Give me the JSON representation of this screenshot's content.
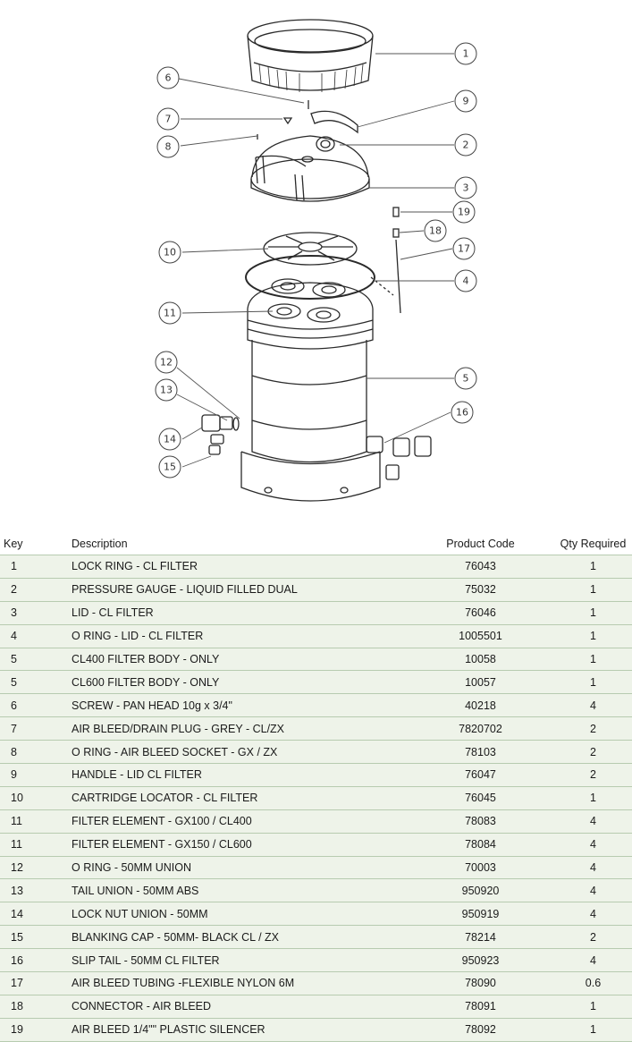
{
  "table": {
    "headers": {
      "key": "Key",
      "description": "Description",
      "product_code": "Product Code",
      "qty": "Qty Required"
    },
    "rows": [
      {
        "key": "1",
        "description": "LOCK RING  - CL FILTER",
        "code": "76043",
        "qty": "1"
      },
      {
        "key": "2",
        "description": "PRESSURE GAUGE - LIQUID FILLED DUAL",
        "code": "75032",
        "qty": "1"
      },
      {
        "key": "3",
        "description": "LID - CL FILTER",
        "code": "76046",
        "qty": "1"
      },
      {
        "key": "4",
        "description": "O RING - LID - CL FILTER",
        "code": "1005501",
        "qty": "1"
      },
      {
        "key": "5",
        "description": "CL400 FILTER BODY - ONLY",
        "code": "10058",
        "qty": "1"
      },
      {
        "key": "5",
        "description": "CL600 FILTER BODY - ONLY",
        "code": "10057",
        "qty": "1"
      },
      {
        "key": "6",
        "description": "SCREW - PAN HEAD 10g x 3/4\"",
        "code": "40218",
        "qty": "4"
      },
      {
        "key": "7",
        "description": "AIR BLEED/DRAIN PLUG - GREY - CL/ZX",
        "code": "7820702",
        "qty": "2"
      },
      {
        "key": "8",
        "description": "O RING - AIR BLEED SOCKET -  GX / ZX",
        "code": "78103",
        "qty": "2"
      },
      {
        "key": "9",
        "description": "HANDLE - LID  CL FILTER",
        "code": "76047",
        "qty": "2"
      },
      {
        "key": "10",
        "description": "CARTRIDGE LOCATOR   - CL FILTER",
        "code": "76045",
        "qty": "1"
      },
      {
        "key": "11",
        "description": "FILTER ELEMENT - GX100 / CL400",
        "code": "78083",
        "qty": "4"
      },
      {
        "key": "11",
        "description": "FILTER ELEMENT - GX150 / CL600",
        "code": "78084",
        "qty": "4"
      },
      {
        "key": "12",
        "description": "O RING - 50MM  UNION",
        "code": "70003",
        "qty": "4"
      },
      {
        "key": "13",
        "description": "TAIL UNION  - 50MM ABS",
        "code": "950920",
        "qty": "4"
      },
      {
        "key": "14",
        "description": "LOCK NUT UNION  - 50MM",
        "code": "950919",
        "qty": "4"
      },
      {
        "key": "15",
        "description": "BLANKING CAP - 50MM- BLACK  CL / ZX",
        "code": "78214",
        "qty": "2"
      },
      {
        "key": "16",
        "description": "SLIP TAIL - 50MM  CL FILTER",
        "code": "950923",
        "qty": "4"
      },
      {
        "key": "17",
        "description": "AIR BLEED TUBING -FLEXIBLE NYLON 6M",
        "code": "78090",
        "qty": "0.6"
      },
      {
        "key": "18",
        "description": "CONNECTOR - AIR BLEED",
        "code": "78091",
        "qty": "1"
      },
      {
        "key": "19",
        "description": "AIR BLEED 1/4\"\" PLASTIC SILENCER",
        "code": "78092",
        "qty": "1"
      }
    ]
  },
  "diagram": {
    "callouts": [
      "1",
      "2",
      "3",
      "4",
      "5",
      "6",
      "7",
      "8",
      "9",
      "10",
      "11",
      "12",
      "13",
      "14",
      "15",
      "16",
      "17",
      "18",
      "19"
    ]
  }
}
